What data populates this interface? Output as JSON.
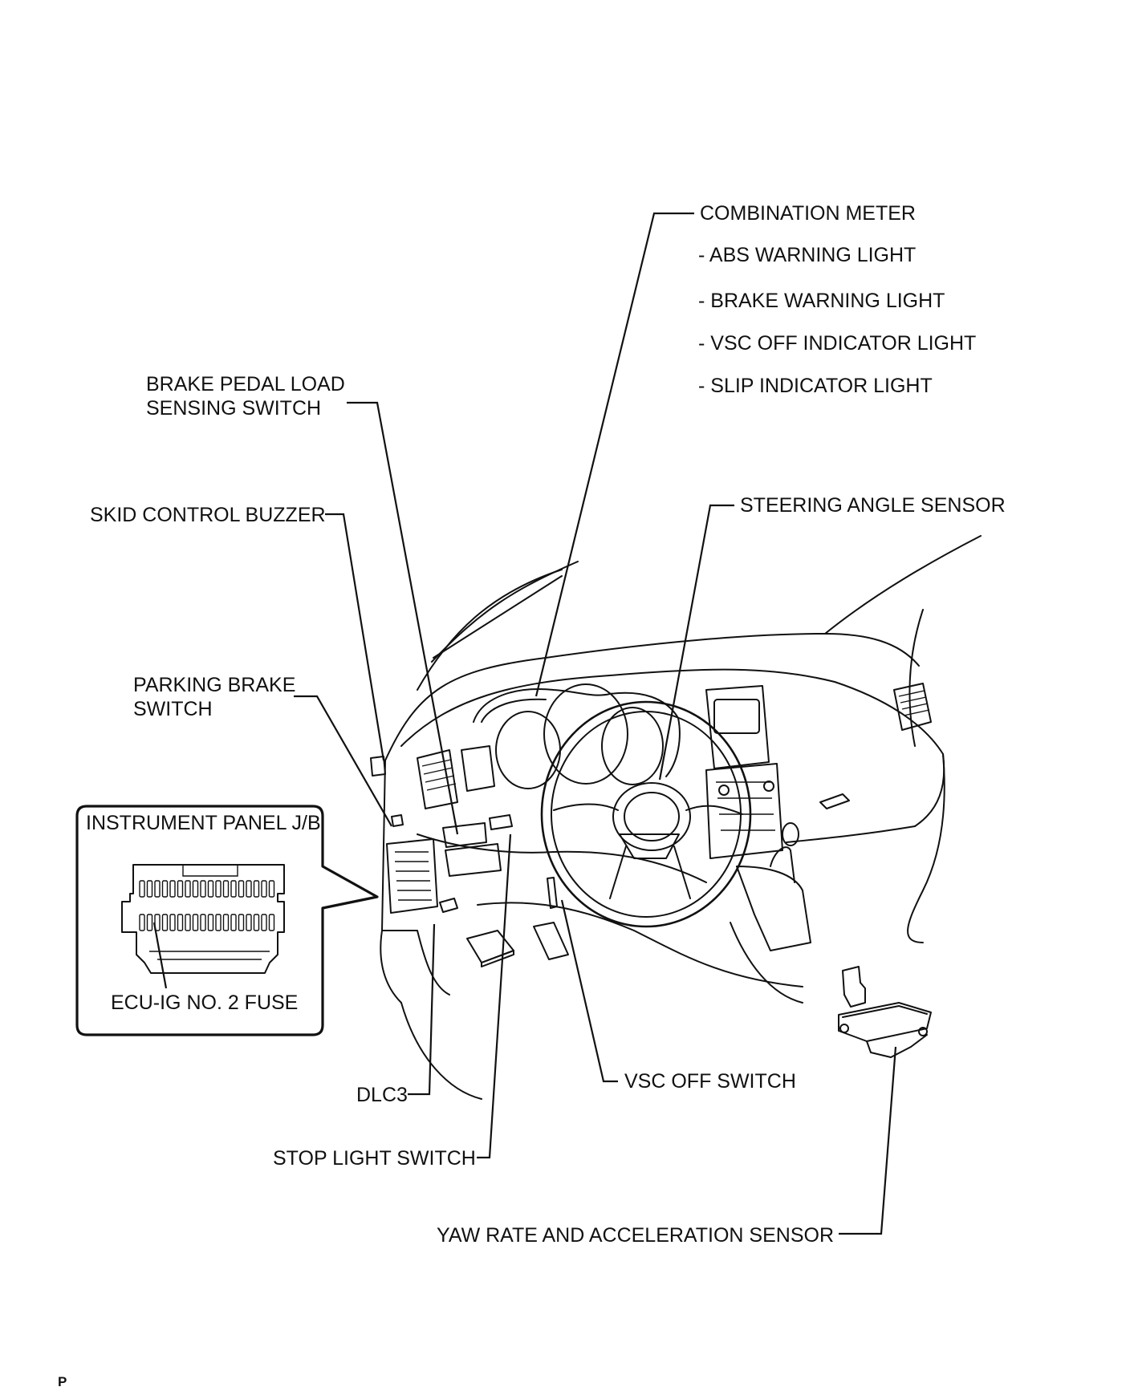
{
  "labels": {
    "combination_meter": "COMBINATION METER",
    "abs_warning_light": "- ABS WARNING LIGHT",
    "brake_warning_light": "- BRAKE WARNING LIGHT",
    "vsc_off_indicator_light": "- VSC OFF INDICATOR LIGHT",
    "slip_indicator_light": "- SLIP INDICATOR LIGHT",
    "brake_pedal_load_line1": "BRAKE PEDAL LOAD",
    "brake_pedal_load_line2": "SENSING SWITCH",
    "skid_control_buzzer": "SKID CONTROL BUZZER",
    "steering_angle_sensor": "STEERING ANGLE SENSOR",
    "parking_brake_line1": "PARKING BRAKE",
    "parking_brake_line2": "SWITCH",
    "instrument_panel_jb": "INSTRUMENT PANEL J/B",
    "ecu_ig_fuse": "ECU-IG NO. 2 FUSE",
    "dlc3": "DLC3",
    "vsc_off_switch": "VSC OFF SWITCH",
    "stop_light_switch": "STOP LIGHT SWITCH",
    "yaw_rate_sensor": "YAW RATE AND ACCELERATION SENSOR"
  },
  "footer_mark": "P",
  "icons": [
    "dashboard-illustration",
    "steering-wheel-icon",
    "fuse-block-icon",
    "yaw-rate-sensor-icon"
  ]
}
